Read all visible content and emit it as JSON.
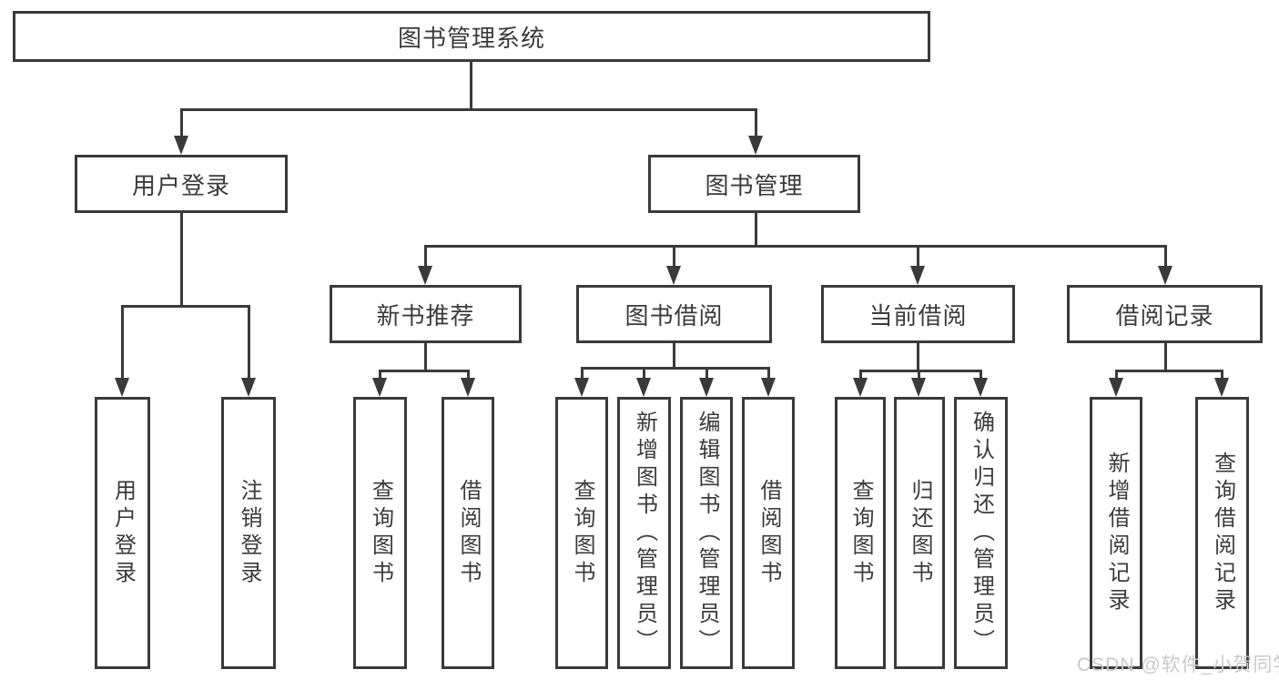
{
  "diagram": {
    "title": "图书管理系统",
    "root": {
      "label": "图书管理系统"
    },
    "level2": [
      {
        "id": "user-login",
        "label": "用户登录",
        "parent": "图书管理系统"
      },
      {
        "id": "book-management",
        "label": "图书管理",
        "parent": "图书管理系统"
      }
    ],
    "level3": [
      {
        "id": "new-book-recommendation",
        "label": "新书推荐",
        "parent": "图书管理"
      },
      {
        "id": "book-borrowing",
        "label": "图书借阅",
        "parent": "图书管理"
      },
      {
        "id": "current-borrowing",
        "label": "当前借阅",
        "parent": "图书管理"
      },
      {
        "id": "borrowing-records",
        "label": "借阅记录",
        "parent": "图书管理"
      }
    ],
    "leaves": [
      {
        "id": "leaf-user-login",
        "label": "用户登录",
        "parent": "用户登录"
      },
      {
        "id": "leaf-logout",
        "label": "注销登录",
        "parent": "用户登录"
      },
      {
        "id": "leaf-query-books-recommend",
        "label": "查询图书",
        "parent": "新书推荐"
      },
      {
        "id": "leaf-borrow-books-recommend",
        "label": "借阅图书",
        "parent": "新书推荐"
      },
      {
        "id": "leaf-query-books-borrowing",
        "label": "查询图书",
        "parent": "图书借阅"
      },
      {
        "id": "leaf-add-books-admin",
        "label": "新增图书（管理员）",
        "parent": "图书借阅"
      },
      {
        "id": "leaf-edit-books-admin",
        "label": "编辑图书（管理员）",
        "parent": "图书借阅"
      },
      {
        "id": "leaf-borrow-books-borrowing",
        "label": "借阅图书",
        "parent": "图书借阅"
      },
      {
        "id": "leaf-query-books-current",
        "label": "查询图书",
        "parent": "当前借阅"
      },
      {
        "id": "leaf-return-books",
        "label": "归还图书",
        "parent": "当前借阅"
      },
      {
        "id": "leaf-confirm-return-admin",
        "label": "确认归还（管理员）",
        "parent": "当前借阅"
      },
      {
        "id": "leaf-add-borrow-record",
        "label": "新增借阅记录",
        "parent": "借阅记录"
      },
      {
        "id": "leaf-query-borrow-record",
        "label": "查询借阅记录",
        "parent": "借阅记录"
      }
    ],
    "colors": {
      "line": "#3a3a3a",
      "text": "#3b3b3b",
      "background": "#ffffff",
      "watermark": "#c9c9c9"
    }
  },
  "watermark": {
    "text": "CSDN @软件_小贺同学"
  }
}
